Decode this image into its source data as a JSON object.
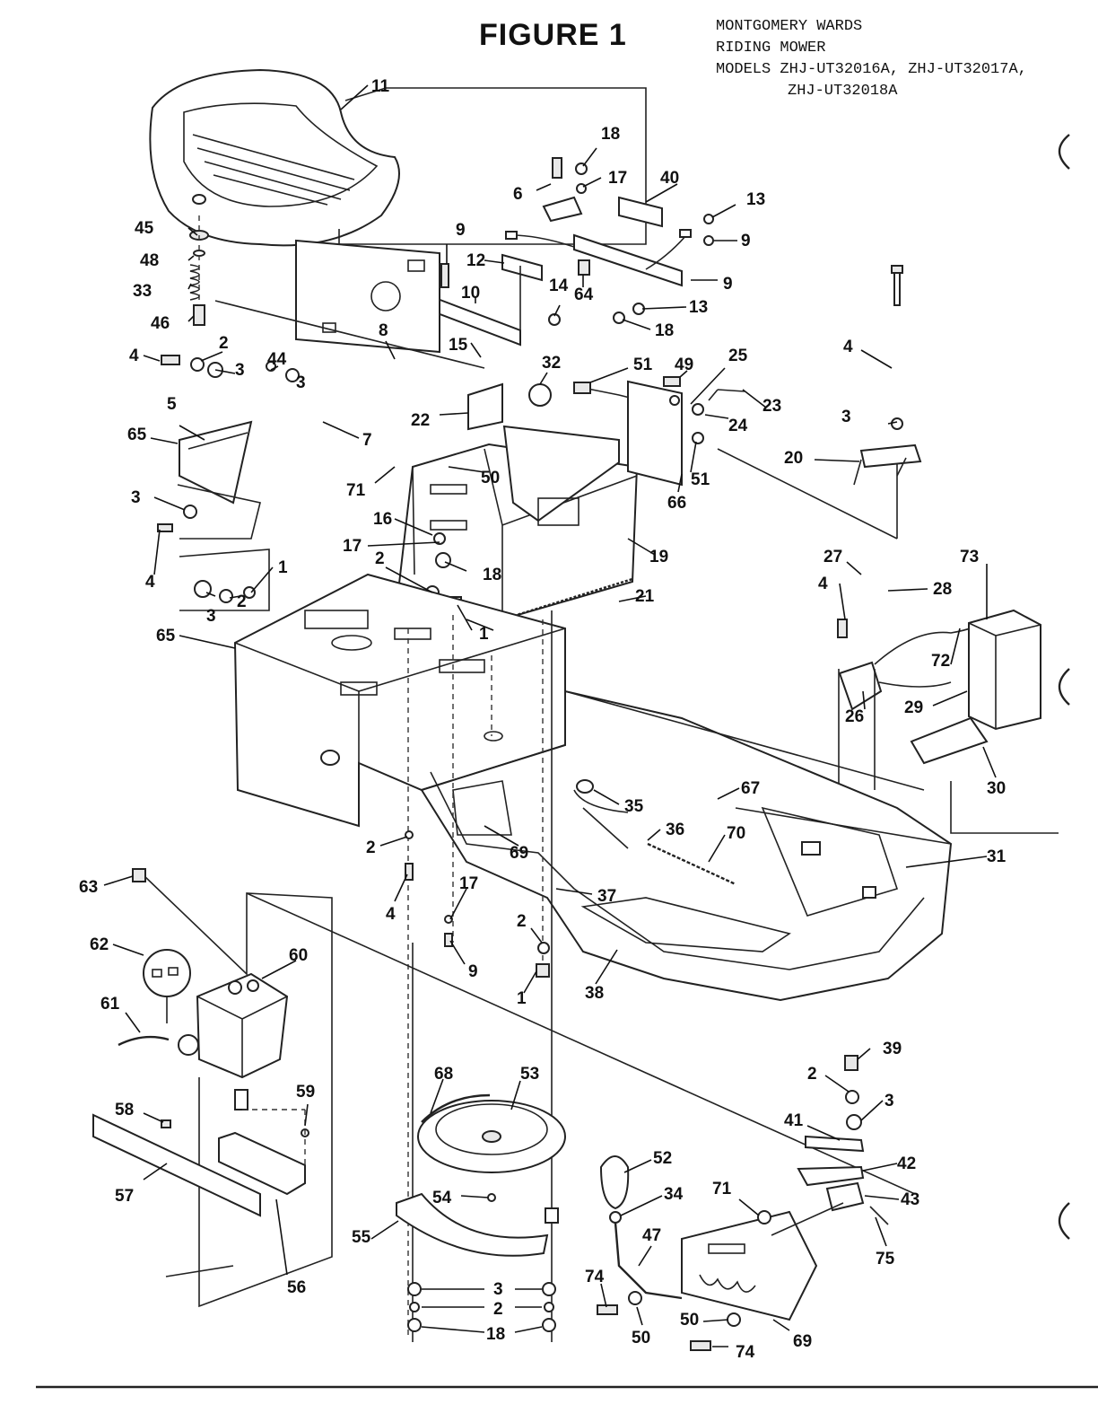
{
  "figure_title": "FIGURE 1",
  "header": {
    "line1": "MONTGOMERY WARDS",
    "line2": "RIDING MOWER",
    "line3": "MODELS ZHJ-UT32016A, ZHJ-UT32017A,",
    "line4": "ZHJ-UT32018A"
  },
  "callouts": [
    {
      "id": "c11",
      "text": "11"
    },
    {
      "id": "c18a",
      "text": "18"
    },
    {
      "id": "c6",
      "text": "6"
    },
    {
      "id": "c17a",
      "text": "17"
    },
    {
      "id": "c40",
      "text": "40"
    },
    {
      "id": "c13a",
      "text": "13"
    },
    {
      "id": "c9a",
      "text": "9"
    },
    {
      "id": "c45",
      "text": "45"
    },
    {
      "id": "c9b",
      "text": "9"
    },
    {
      "id": "c12",
      "text": "12"
    },
    {
      "id": "c48",
      "text": "48"
    },
    {
      "id": "c33",
      "text": "33"
    },
    {
      "id": "c10",
      "text": "10"
    },
    {
      "id": "c14",
      "text": "14"
    },
    {
      "id": "c64",
      "text": "64"
    },
    {
      "id": "c9c",
      "text": "9"
    },
    {
      "id": "c13b",
      "text": "13"
    },
    {
      "id": "c46",
      "text": "46"
    },
    {
      "id": "c18b",
      "text": "18"
    },
    {
      "id": "c8",
      "text": "8"
    },
    {
      "id": "c15",
      "text": "15"
    },
    {
      "id": "c4a",
      "text": "4"
    },
    {
      "id": "c2a",
      "text": "2"
    },
    {
      "id": "c44",
      "text": "44"
    },
    {
      "id": "c3a",
      "text": "3"
    },
    {
      "id": "c32",
      "text": "32"
    },
    {
      "id": "c51a",
      "text": "51"
    },
    {
      "id": "c49",
      "text": "49"
    },
    {
      "id": "c25",
      "text": "25"
    },
    {
      "id": "c3b",
      "text": "3"
    },
    {
      "id": "c23",
      "text": "23"
    },
    {
      "id": "c4b",
      "text": "4"
    },
    {
      "id": "c5",
      "text": "5"
    },
    {
      "id": "c22",
      "text": "22"
    },
    {
      "id": "c24",
      "text": "24"
    },
    {
      "id": "c3c",
      "text": "3"
    },
    {
      "id": "c65a",
      "text": "65"
    },
    {
      "id": "c7",
      "text": "7"
    },
    {
      "id": "c50a",
      "text": "50"
    },
    {
      "id": "c71a",
      "text": "71"
    },
    {
      "id": "c51b",
      "text": "51"
    },
    {
      "id": "c20",
      "text": "20"
    },
    {
      "id": "c66",
      "text": "66"
    },
    {
      "id": "c3d",
      "text": "3"
    },
    {
      "id": "c16",
      "text": "16"
    },
    {
      "id": "c17b",
      "text": "17"
    },
    {
      "id": "c19",
      "text": "19"
    },
    {
      "id": "c1a",
      "text": "1"
    },
    {
      "id": "c4c",
      "text": "4"
    },
    {
      "id": "c18c",
      "text": "18"
    },
    {
      "id": "c2b",
      "text": "2"
    },
    {
      "id": "c27",
      "text": "27"
    },
    {
      "id": "c73",
      "text": "73"
    },
    {
      "id": "c3e",
      "text": "3"
    },
    {
      "id": "c2c",
      "text": "2"
    },
    {
      "id": "c21",
      "text": "21"
    },
    {
      "id": "c28",
      "text": "28"
    },
    {
      "id": "c4d",
      "text": "4"
    },
    {
      "id": "c1b",
      "text": "1"
    },
    {
      "id": "c65b",
      "text": "65"
    },
    {
      "id": "c72",
      "text": "72"
    },
    {
      "id": "c29",
      "text": "29"
    },
    {
      "id": "c26",
      "text": "26"
    },
    {
      "id": "c30",
      "text": "30"
    },
    {
      "id": "c35",
      "text": "35"
    },
    {
      "id": "c67",
      "text": "67"
    },
    {
      "id": "c36",
      "text": "36"
    },
    {
      "id": "c70",
      "text": "70"
    },
    {
      "id": "c2d",
      "text": "2"
    },
    {
      "id": "c69a",
      "text": "69"
    },
    {
      "id": "c31",
      "text": "31"
    },
    {
      "id": "c63",
      "text": "63"
    },
    {
      "id": "c4e",
      "text": "4"
    },
    {
      "id": "c17c",
      "text": "17"
    },
    {
      "id": "c37",
      "text": "37"
    },
    {
      "id": "c2e",
      "text": "2"
    },
    {
      "id": "c62",
      "text": "62"
    },
    {
      "id": "c60",
      "text": "60"
    },
    {
      "id": "c9d",
      "text": "9"
    },
    {
      "id": "c1c",
      "text": "1"
    },
    {
      "id": "c38",
      "text": "38"
    },
    {
      "id": "c61",
      "text": "61"
    },
    {
      "id": "c39",
      "text": "39"
    },
    {
      "id": "c2f",
      "text": "2"
    },
    {
      "id": "c3f",
      "text": "3"
    },
    {
      "id": "c68",
      "text": "68"
    },
    {
      "id": "c53",
      "text": "53"
    },
    {
      "id": "c59",
      "text": "59"
    },
    {
      "id": "c58",
      "text": "58"
    },
    {
      "id": "c41",
      "text": "41"
    },
    {
      "id": "c42",
      "text": "42"
    },
    {
      "id": "c52",
      "text": "52"
    },
    {
      "id": "c43",
      "text": "43"
    },
    {
      "id": "c57",
      "text": "57"
    },
    {
      "id": "c54",
      "text": "54"
    },
    {
      "id": "c34",
      "text": "34"
    },
    {
      "id": "c71b",
      "text": "71"
    },
    {
      "id": "c55",
      "text": "55"
    },
    {
      "id": "c47",
      "text": "47"
    },
    {
      "id": "c75",
      "text": "75"
    },
    {
      "id": "c56",
      "text": "56"
    },
    {
      "id": "c74a",
      "text": "74"
    },
    {
      "id": "c3g",
      "text": "3"
    },
    {
      "id": "c2g",
      "text": "2"
    },
    {
      "id": "c50b",
      "text": "50"
    },
    {
      "id": "c50c",
      "text": "50"
    },
    {
      "id": "c18d",
      "text": "18"
    },
    {
      "id": "c69b",
      "text": "69"
    },
    {
      "id": "c74b",
      "text": "74"
    }
  ]
}
